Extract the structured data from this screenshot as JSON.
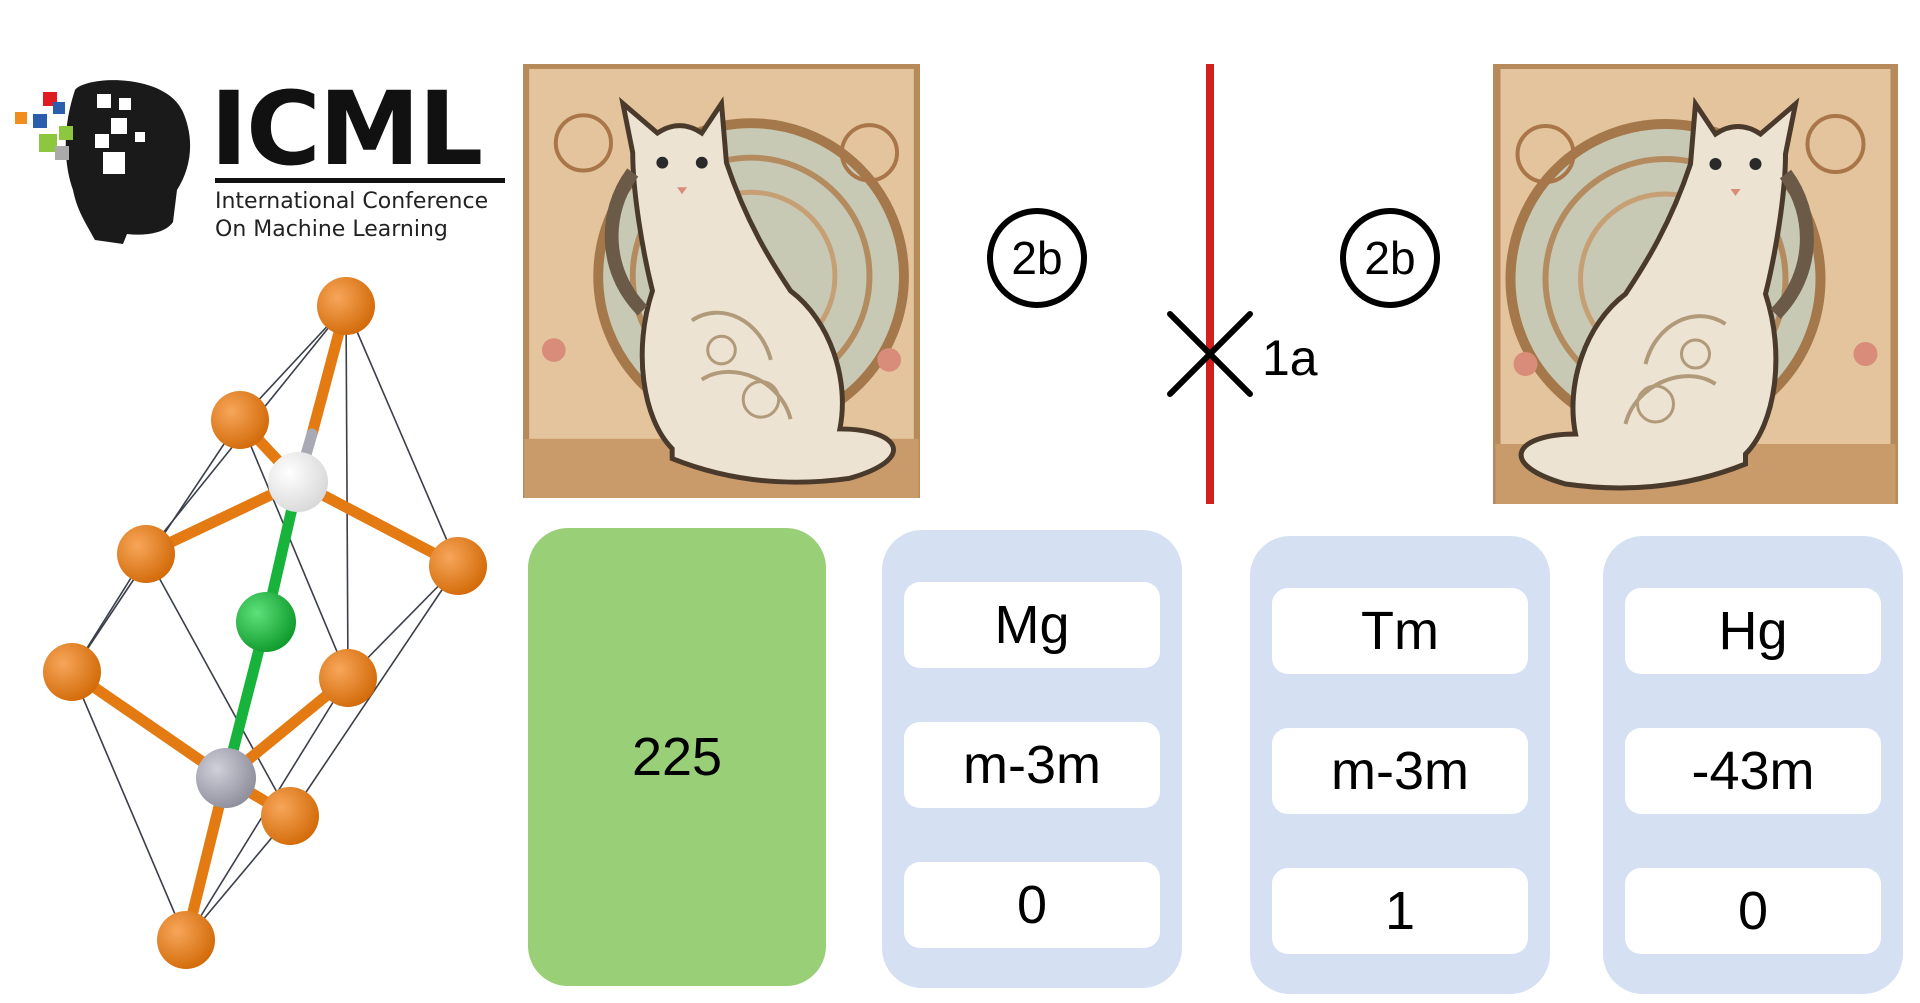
{
  "logo": {
    "wordmark": "ICML",
    "subtitle_line1": "International Conference",
    "subtitle_line2": "On Machine Learning"
  },
  "images": {
    "left": "art-nouveau-cat",
    "right": "art-nouveau-cat-mirrored"
  },
  "symmetry": {
    "left_wyckoff": "2b",
    "right_wyckoff": "2b",
    "site_label": "1a",
    "mirror_color": "#d41f1f"
  },
  "space_group": {
    "number": "225",
    "color": "#98cf77"
  },
  "elements": [
    {
      "symbol": "Mg",
      "point_group": "m-3m",
      "value": "0"
    },
    {
      "symbol": "Tm",
      "point_group": "m-3m",
      "value": "1"
    },
    {
      "symbol": "Hg",
      "point_group": "-43m",
      "value": "0"
    }
  ],
  "colors": {
    "card_blue": "#d5e1f3",
    "atom_orange": "#e37b12",
    "atom_green": "#17b33a",
    "atom_grey": "#a9a9b5"
  }
}
